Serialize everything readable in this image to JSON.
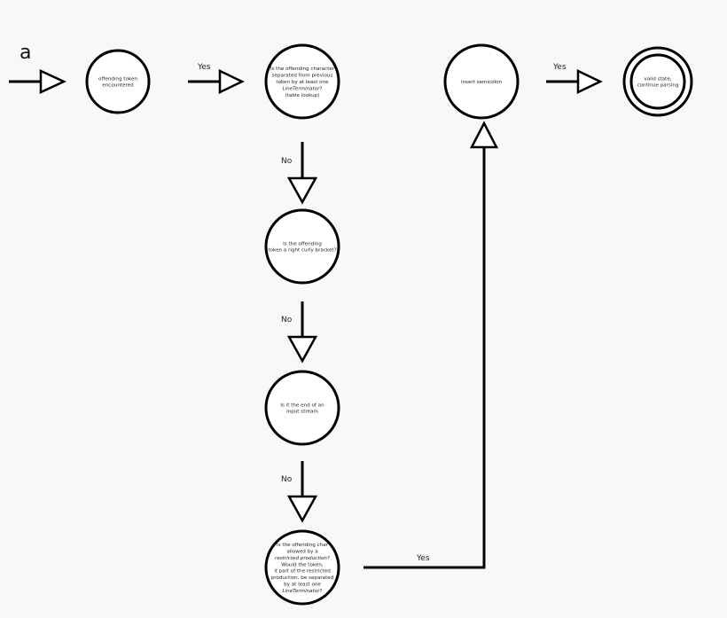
{
  "diagram": {
    "panel_label": "a",
    "nodes": [
      {
        "id": "start",
        "lines": [
          [
            {
              "t": "offending token"
            }
          ],
          [
            {
              "t": "encountered"
            }
          ]
        ]
      },
      {
        "id": "separated",
        "lines": [
          [
            {
              "t": "Is the offending character"
            }
          ],
          [
            {
              "t": "separated from previous"
            }
          ],
          [
            {
              "t": "token by at least one"
            }
          ],
          [
            {
              "t": "LineTerminator",
              "i": true
            },
            {
              "t": "?"
            }
          ],
          [
            {
              "t": "(table lookup)"
            }
          ]
        ]
      },
      {
        "id": "curly",
        "lines": [
          [
            {
              "t": "Is the offending"
            }
          ],
          [
            {
              "t": "token a right curly bracket?"
            }
          ]
        ]
      },
      {
        "id": "end-stream",
        "lines": [
          [
            {
              "t": "Is it the end of an"
            }
          ],
          [
            {
              "t": "input stream"
            }
          ]
        ]
      },
      {
        "id": "restricted",
        "lines": [
          [
            {
              "t": "Is the offending "
            },
            {
              "t": "char",
              "i": true
            }
          ],
          [
            {
              "t": "allowed by a"
            }
          ],
          [
            {
              "t": "restricted production",
              "i": true
            },
            {
              "t": "?"
            }
          ],
          [
            {
              "t": "Would the token,"
            }
          ],
          [
            {
              "t": "if part of the restricted"
            }
          ],
          [
            {
              "t": "production, be separated"
            }
          ],
          [
            {
              "t": "by at least one"
            }
          ],
          [
            {
              "t": "LineTerminator",
              "i": true
            },
            {
              "t": "?"
            }
          ]
        ]
      },
      {
        "id": "insert",
        "lines": [
          [
            {
              "t": "insert semicolon"
            }
          ]
        ]
      },
      {
        "id": "valid",
        "final": true,
        "lines": [
          [
            {
              "t": "valid state,"
            }
          ],
          [
            {
              "t": "continue parsing"
            }
          ]
        ]
      }
    ],
    "edges": [
      {
        "from": "start",
        "to": "separated",
        "label": "Yes"
      },
      {
        "from": "separated",
        "to": "curly",
        "label": "No"
      },
      {
        "from": "curly",
        "to": "end-stream",
        "label": "No"
      },
      {
        "from": "end-stream",
        "to": "restricted",
        "label": "No"
      },
      {
        "from": "restricted",
        "to": "insert",
        "label": "Yes"
      },
      {
        "from": "insert",
        "to": "valid",
        "label": "Yes"
      }
    ]
  }
}
